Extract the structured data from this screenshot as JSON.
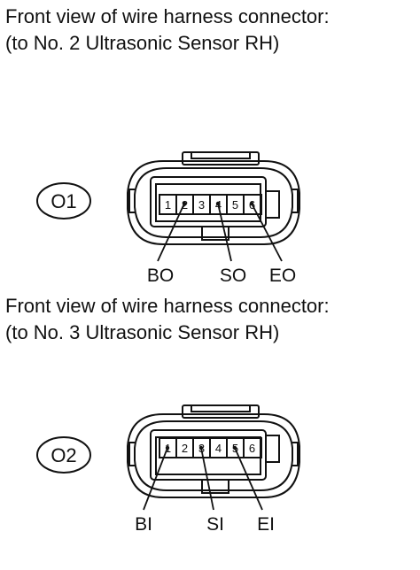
{
  "connectors": [
    {
      "heading_line1": "Front view of wire harness connector:",
      "heading_line2": "(to No. 2 Ultrasonic Sensor RH)",
      "connector_id": "O1",
      "pins": [
        "1",
        "2",
        "3",
        "4",
        "5",
        "6"
      ],
      "terminals": [
        {
          "label": "BO",
          "pin": "2"
        },
        {
          "label": "SO",
          "pin": "4"
        },
        {
          "label": "EO",
          "pin": "6"
        }
      ]
    },
    {
      "heading_line1": "Front view of wire harness connector:",
      "heading_line2": "(to No. 3 Ultrasonic Sensor RH)",
      "connector_id": "O2",
      "pins": [
        "1",
        "2",
        "3",
        "4",
        "5",
        "6"
      ],
      "terminals": [
        {
          "label": "BI",
          "pin": "1"
        },
        {
          "label": "SI",
          "pin": "3"
        },
        {
          "label": "EI",
          "pin": "5"
        }
      ]
    }
  ]
}
